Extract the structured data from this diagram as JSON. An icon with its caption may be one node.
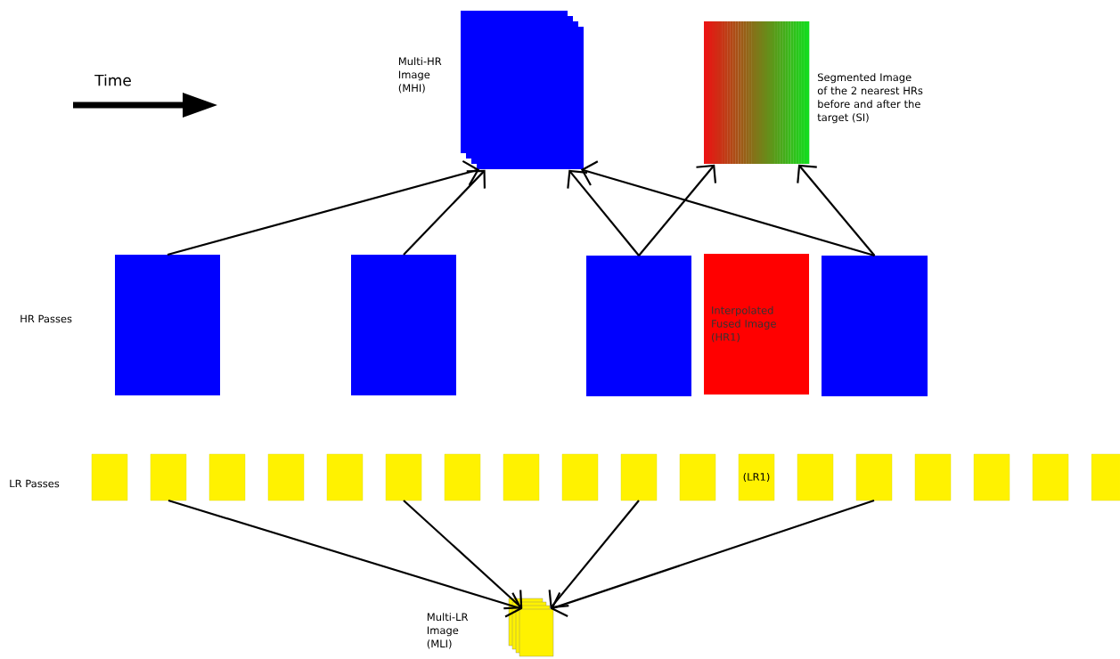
{
  "diagram": {
    "nodes": [
      {
        "text": [
          "Multi-HR Image (MHI)"
        ]
      },
      {
        "text": [
          "Segmented Image of the 2 nearest HRs before and after the target (SI)"
        ]
      },
      {
        "text": [],
        "shape": "box"
      },
      {
        "text": [],
        "shape": "box"
      },
      {
        "text": [],
        "shape": "box"
      },
      {
        "text": [
          "Interpolated Fused Image (HR1)"
        ]
      },
      {
        "text": [],
        "shape": "box"
      },
      {
        "text": [],
        "shape": "box"
      },
      {
        "text": [],
        "shape": "box"
      },
      {
        "text": [],
        "shape": "box"
      },
      {
        "text": [],
        "shape": "box"
      },
      {
        "text": [],
        "shape": "box"
      },
      {
        "text": [],
        "shape": "box"
      },
      {
        "text": [],
        "shape": "box"
      },
      {
        "text": [],
        "shape": "box"
      },
      {
        "text": [],
        "shape": "box"
      },
      {
        "text": [],
        "shape": "box"
      },
      {
        "text": [],
        "shape": "box"
      },
      {
        "text": [
          "(LR1)"
        ]
      },
      {
        "text": [],
        "shape": "box"
      },
      {
        "text": [],
        "shape": "box"
      },
      {
        "text": [],
        "shape": "box"
      },
      {
        "text": [],
        "shape": "box"
      },
      {
        "text": [],
        "shape": "box"
      },
      {
        "text": [],
        "shape": "box"
      },
      {
        "text": [
          "Multi-LR Image (MLI)"
        ]
      }
    ],
    "edges": [
      {
        "from": 2,
        "to": 0,
        "arrow": "to"
      },
      {
        "from": 3,
        "to": 0,
        "arrow": "to"
      },
      {
        "from": 4,
        "to": 0,
        "arrow": "to"
      },
      {
        "from": 4,
        "to": 1,
        "arrow": "to"
      },
      {
        "from": 6,
        "to": 0,
        "arrow": "to"
      },
      {
        "from": 6,
        "to": 1,
        "arrow": "to"
      },
      {
        "from": 8,
        "to": 25,
        "arrow": "to"
      },
      {
        "from": 12,
        "to": 25,
        "arrow": "to"
      },
      {
        "from": 16,
        "to": 25,
        "arrow": "to"
      },
      {
        "from": 20,
        "to": 25,
        "arrow": "to"
      }
    ],
    "labels": [
      "Time",
      "HR Passes",
      "LR Passes"
    ]
  }
}
